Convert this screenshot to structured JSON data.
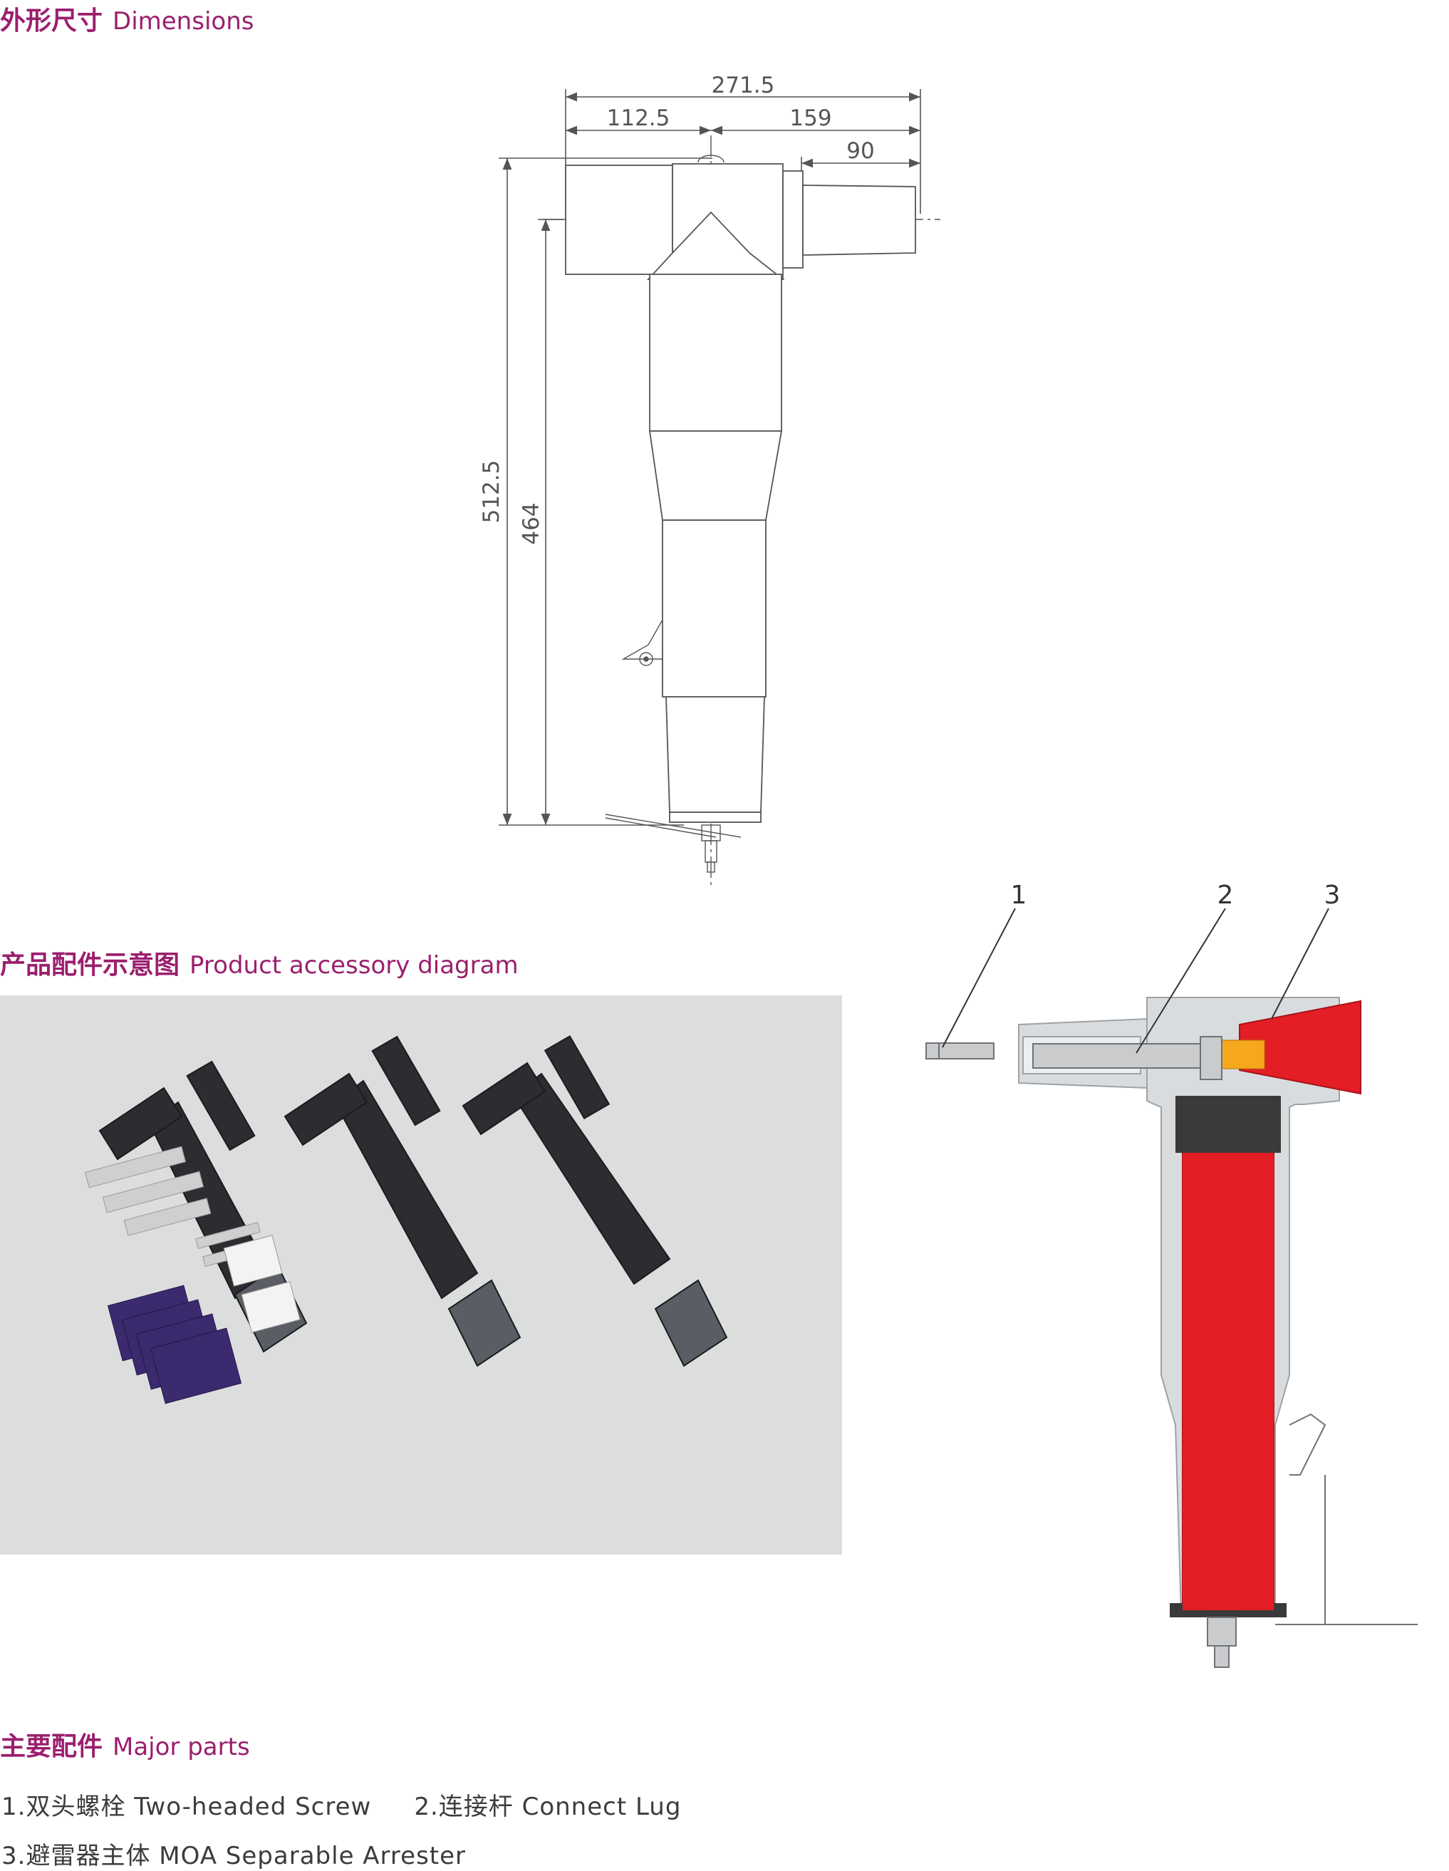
{
  "sections": {
    "dimensions": {
      "zh": "外形尺寸",
      "en": "Dimensions"
    },
    "accessory": {
      "zh": "产品配件示意图",
      "en": "Product accessory diagram"
    },
    "major_parts": {
      "zh": "主要配件",
      "en": "Major parts"
    }
  },
  "dimensions": {
    "total_width": "271.5",
    "left_width": "112.5",
    "right_width": "159",
    "bushing_width": "90",
    "total_height": "512.5",
    "axis_height": "464"
  },
  "callouts": [
    "1",
    "2",
    "3"
  ],
  "parts": {
    "part1": "1.双头螺栓 Two-headed Screw",
    "part2": "2.连接杆 Connect Lug",
    "part3": "3.避雷器主体 MOA Separable Arrester"
  },
  "colors": {
    "heading": "#9b1f6e",
    "arrester_red": "#e31e25",
    "housing_gray": "#d9dcde"
  }
}
